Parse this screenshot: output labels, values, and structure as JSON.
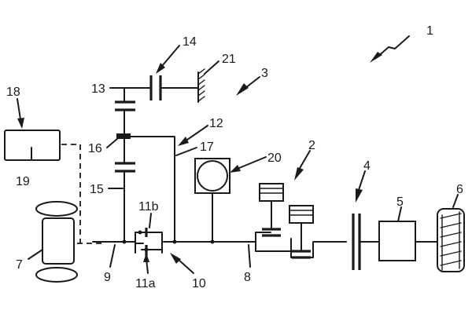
{
  "labels": {
    "l1": "1",
    "l2": "2",
    "l3": "3",
    "l4": "4",
    "l5": "5",
    "l6": "6",
    "l7": "7",
    "l8": "8",
    "l9": "9",
    "l10": "10",
    "l11a": "11a",
    "l11b": "11b",
    "l12": "12",
    "l13": "13",
    "l14": "14",
    "l15": "15",
    "l16": "16",
    "l17": "17",
    "l18": "18",
    "l19": "19",
    "l20": "20",
    "l21": "21"
  }
}
